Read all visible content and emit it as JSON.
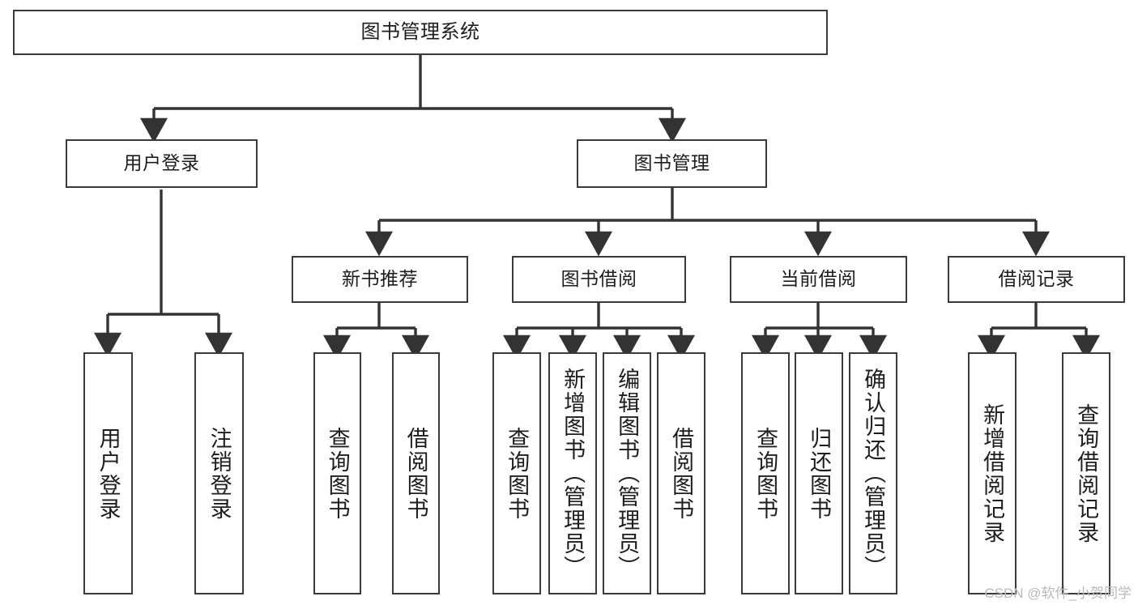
{
  "diagram": {
    "type": "tree",
    "title": "图书管理系统",
    "orientation": "top-down",
    "watermark": "CSDN @软件_小贺同学",
    "colors": {
      "node_border": "#3a3a3a",
      "node_fill": "#ffffff",
      "connector": "#333333",
      "text": "#1d1d1d",
      "background": "#ffffff",
      "watermark": "#b9b9b9"
    }
  },
  "nodes": {
    "root": {
      "label": "图书管理系统"
    },
    "level2": [
      {
        "id": "user-login",
        "label": "用户登录"
      },
      {
        "id": "book-management",
        "label": "图书管理"
      }
    ],
    "level3": [
      {
        "id": "new-book-recommend",
        "label": "新书推荐"
      },
      {
        "id": "book-borrow",
        "label": "图书借阅"
      },
      {
        "id": "current-borrow",
        "label": "当前借阅"
      },
      {
        "id": "borrow-record",
        "label": "借阅记录"
      }
    ],
    "leaves": {
      "user_login": [
        {
          "id": "leaf-user-login",
          "label": "用户登录"
        },
        {
          "id": "leaf-logout-login",
          "label": "注销登录"
        }
      ],
      "new_book_recommend": [
        {
          "id": "leaf-query-book-1",
          "label": "查询图书"
        },
        {
          "id": "leaf-borrow-book-1",
          "label": "借阅图书"
        }
      ],
      "book_borrow": [
        {
          "id": "leaf-query-book-2",
          "label": "查询图书"
        },
        {
          "id": "leaf-add-book",
          "label": "新增图书（管理员）"
        },
        {
          "id": "leaf-edit-book",
          "label": "编辑图书（管理员）"
        },
        {
          "id": "leaf-borrow-book-2",
          "label": "借阅图书"
        }
      ],
      "current_borrow": [
        {
          "id": "leaf-query-book-3",
          "label": "查询图书"
        },
        {
          "id": "leaf-return-book",
          "label": "归还图书"
        },
        {
          "id": "leaf-confirm-return",
          "label": "确认归还（管理员）"
        }
      ],
      "borrow_record": [
        {
          "id": "leaf-add-record",
          "label": "新增借阅记录"
        },
        {
          "id": "leaf-query-record",
          "label": "查询借阅记录"
        }
      ]
    }
  }
}
